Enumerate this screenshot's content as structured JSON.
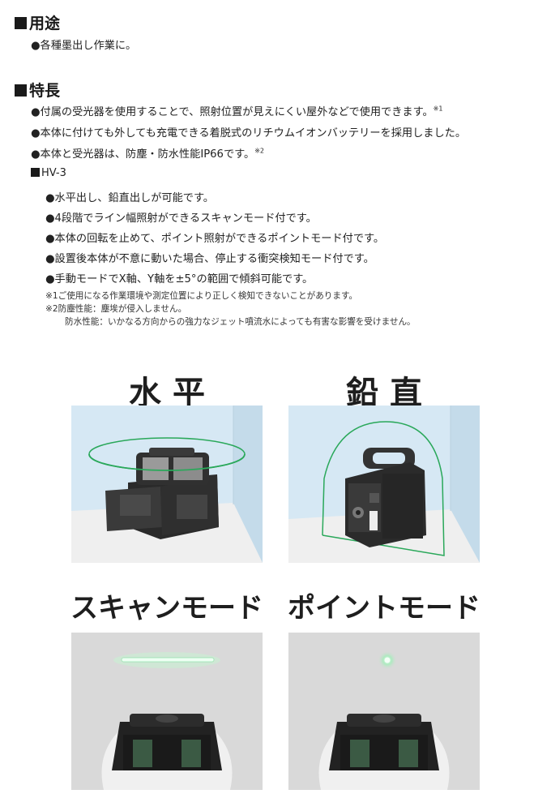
{
  "usage": {
    "heading": "用途",
    "items": [
      "●各種墨出し作業に。"
    ]
  },
  "features": {
    "heading": "特長",
    "items": [
      {
        "text": "●付属の受光器を使用することで、照射位置が見えにくい屋外などで使用できます。",
        "sup": "※1"
      },
      {
        "text": "●本体に付けても外しても充電できる着脱式のリチウムイオンバッテリーを採用しました。",
        "sup": ""
      },
      {
        "text": "●本体と受光器は、防塵・防水性能IP66です。",
        "sup": "※2"
      }
    ],
    "model": {
      "label": "HV-3",
      "items": [
        "●水平出し、鉛直出しが可能です。",
        "●4段階でライン幅照射ができるスキャンモード付です。",
        "●本体の回転を止めて、ポイント照射ができるポイントモード付です。",
        "●設置後本体が不意に動いた場合、停止する衝突検知モード付です。",
        "●手動モードでX軸、Y軸を±5°の範囲で傾斜可能です。"
      ]
    },
    "notes": [
      "※1ご使用になる作業環境や測定位置により正しく検知できないことがあります。",
      "※2防塵性能：塵埃が侵入しません。",
      "防水性能：いかなる方向からの強力なジェット噴流水によっても有害な影響を受けません。"
    ]
  },
  "images": [
    {
      "label": "水 平"
    },
    {
      "label": "鉛 直"
    },
    {
      "label": "スキャンモード"
    },
    {
      "label": "ポイントモード"
    }
  ],
  "colors": {
    "laser_green": "#2aa85a",
    "wall_blue": "#d4e7f3",
    "floor": "#ededed",
    "device_dark": "#2a2a2a"
  }
}
